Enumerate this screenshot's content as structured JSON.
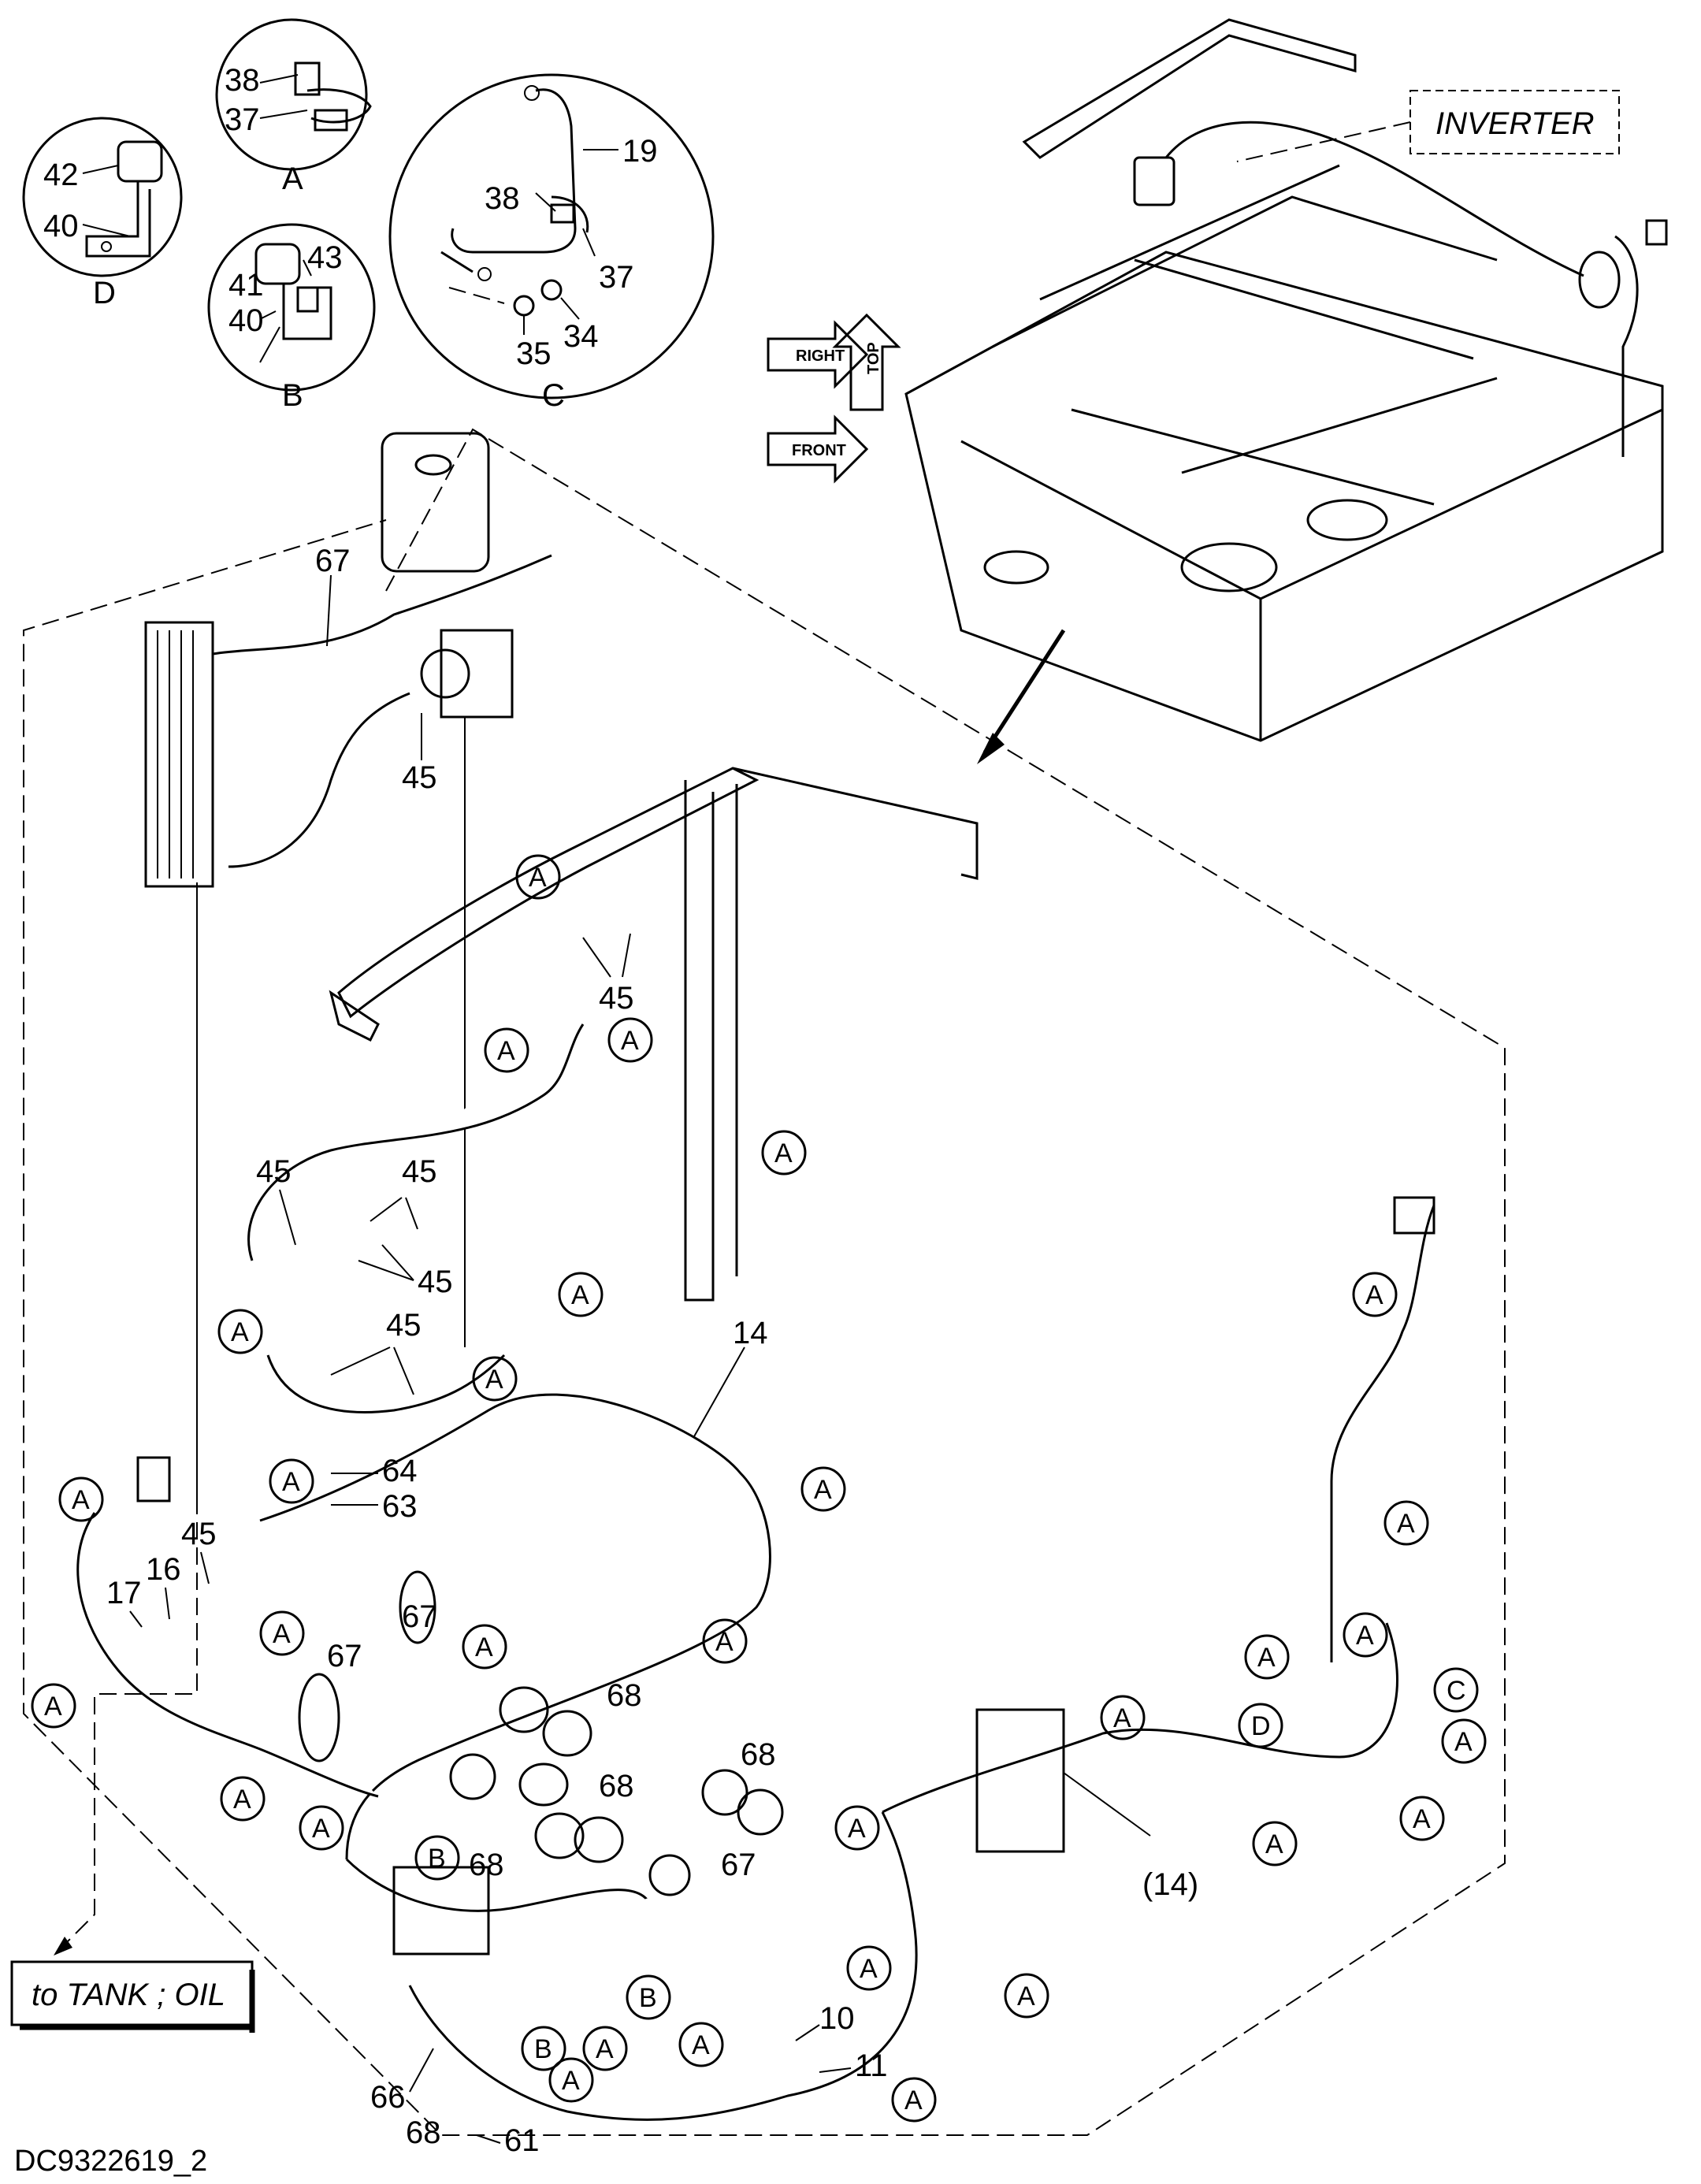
{
  "diagram": {
    "id_code": "DC9322619_2",
    "inverter_label": "INVERTER",
    "tank_label": "to TANK ; OIL",
    "orientation": {
      "top": "TOP",
      "right": "RIGHT",
      "front": "FRONT"
    }
  },
  "details": {
    "A": {
      "letter": "A",
      "parts": [
        "38",
        "37"
      ]
    },
    "B": {
      "letter": "B",
      "parts": [
        "41",
        "43",
        "40"
      ]
    },
    "C": {
      "letter": "C",
      "parts": [
        "19",
        "38",
        "37",
        "35",
        "34"
      ]
    },
    "D": {
      "letter": "D",
      "parts": [
        "42",
        "40"
      ]
    }
  },
  "parts": {
    "p67": "67",
    "p45": "45",
    "p14": "14",
    "p14b": "(14)",
    "p64": "64",
    "p63": "63",
    "p17": "17",
    "p16": "16",
    "p68": "68",
    "p10": "10",
    "p11": "11",
    "p66": "66",
    "p61": "61"
  },
  "callout_letters": {
    "A": "A",
    "B": "B",
    "C": "C",
    "D": "D"
  }
}
